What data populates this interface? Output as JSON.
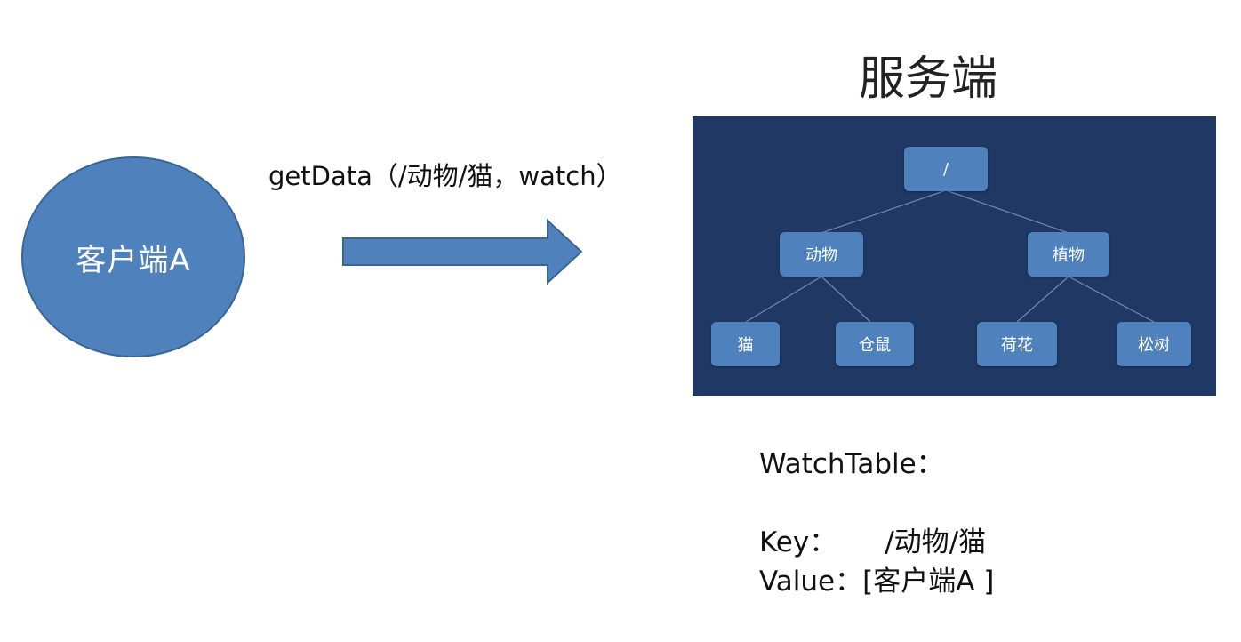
{
  "client": {
    "label": "客户端A"
  },
  "request": {
    "label": "getData（/动物/猫，watch）"
  },
  "server": {
    "title": "服务端",
    "tree": {
      "root": "/",
      "level1": [
        "动物",
        "植物"
      ],
      "level2": [
        "猫",
        "仓鼠",
        "荷花",
        "松树"
      ]
    }
  },
  "watch_table": {
    "title": "WatchTable：",
    "key_label": "Key：",
    "key_value": "/动物/猫",
    "value_label": "Value：",
    "value_value": "[客户端A ]"
  },
  "colors": {
    "node_fill": "#4f81bd",
    "panel_bg": "#1f3864",
    "arrow_fill": "#4f81bd"
  }
}
